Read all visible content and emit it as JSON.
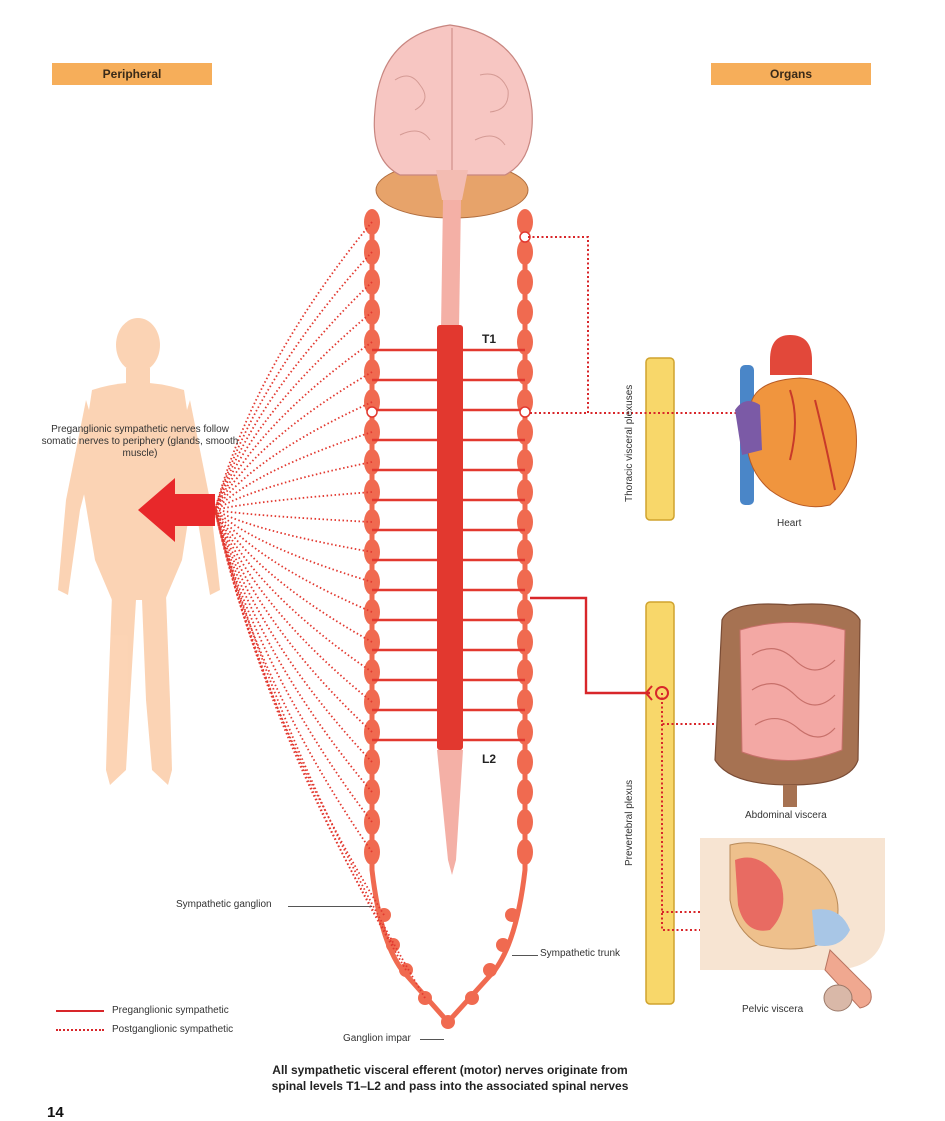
{
  "headers": {
    "peripheral": "Peripheral",
    "organs": "Organs"
  },
  "spinal_levels": {
    "top": "T1",
    "bottom": "L2"
  },
  "labels": {
    "periphery_note": "Preganglionic sympathetic nerves follow somatic nerves to periphery (glands, smooth muscle)",
    "sympathetic_ganglion": "Sympathetic ganglion",
    "sympathetic_trunk": "Sympathetic trunk",
    "ganglion_impar": "Ganglion impar",
    "thoracic_plexuses": "Thoracic visceral plexuses",
    "prevertebral_plexus": "Prevertebral plexus"
  },
  "organs": {
    "heart": "Heart",
    "abdominal": "Abdominal viscera",
    "pelvic": "Pelvic viscera"
  },
  "legend": {
    "pre": "Preganglionic sympathetic",
    "post": "Postganglionic sympathetic"
  },
  "caption": {
    "line1": "All sympathetic visceral efferent (motor) nerves originate from",
    "line2": "spinal levels T1–L2 and pass into the associated spinal nerves"
  },
  "page_number": "14",
  "colors": {
    "nerve": "#e2382f",
    "ganglion": "#f06a50",
    "cord": "#f2a49a",
    "plexus": "#f8d76a",
    "header": "#f6ae5a",
    "body": "#fbc79c"
  },
  "icons": [
    "brain-icon",
    "human-body-icon",
    "heart-icon",
    "intestines-icon",
    "pelvis-icon"
  ]
}
